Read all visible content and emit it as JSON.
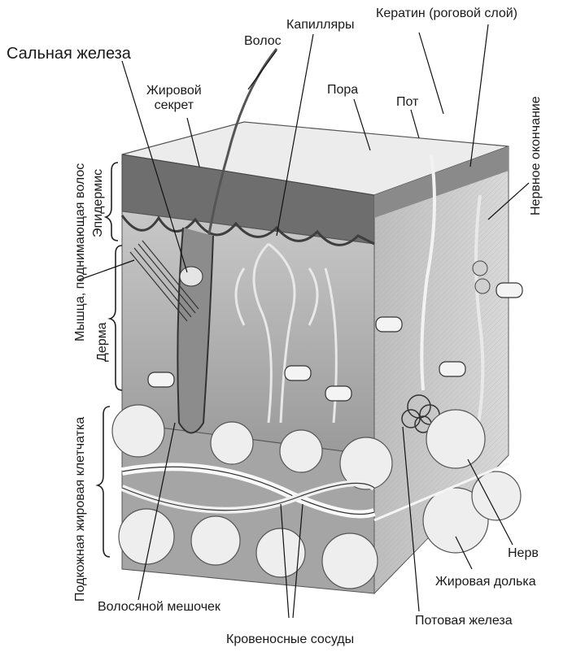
{
  "diagram": {
    "labels": {
      "sebaceous_gland": "Сальная железа",
      "hair": "Волос",
      "capillaries": "Капилляры",
      "keratin": "Кератин (роговой слой)",
      "fat_secretion_line1": "Жировой",
      "fat_secretion_line2": "секрет",
      "pore": "Пора",
      "sweat": "Пот",
      "nerve_ending": "Нервное окончание",
      "epidermis": "Эпидермис",
      "muscle": "Мышца, поднимающая волос",
      "dermis": "Дерма",
      "subcutaneous": "Подкожная жировая клетчатка",
      "nerve": "Нерв",
      "fat_lobule": "Жировая долька",
      "hair_follicle": "Волосяной мешочек",
      "sweat_gland": "Потовая железа",
      "blood_vessels": "Кровеносные сосуды"
    }
  }
}
